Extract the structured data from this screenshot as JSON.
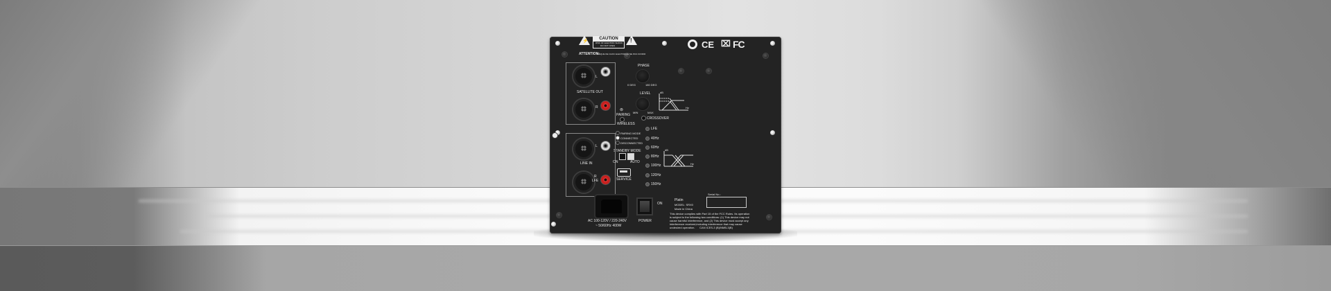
{
  "scene": {
    "description": "Subwoofer amplifier plate on a gray shelf with diagonal light beams",
    "colors": {
      "panel": "#232323",
      "text": "#e6e6e6",
      "red_rca": "#c8201e",
      "shelf_top": "#fafafa",
      "wall": "#d6d6d6"
    }
  },
  "panel": {
    "safety": {
      "caution_title": "CAUTION",
      "caution_line1": "RISK OF ELECTRIC SHOCK",
      "caution_line2": "DO NOT OPEN",
      "attention": "ATTENTION:",
      "attention_text": "RISQUE DE CHOC ELECTRIQUE NE PAS OUVRIR",
      "warning_symbol": "!",
      "shock_symbol": "⚡"
    },
    "certifications": {
      "weee_mark": "⌧",
      "ce": "CE",
      "fcc": "FC"
    },
    "satellite_out": {
      "label": "SATELLITE OUT",
      "left": "L",
      "right": "R"
    },
    "phase": {
      "label": "PHASE",
      "min": "0 DEG",
      "max": "180 DEG"
    },
    "level": {
      "label": "LEVEL",
      "min": "MIN",
      "max": "MAX"
    },
    "pairing": {
      "label": "PAIRING"
    },
    "wireless": {
      "label": "WIRELESS",
      "states": [
        "PAIRING MODE",
        "CONNECTED",
        "DISCONNECTED"
      ]
    },
    "crossover": {
      "label": "CROSSOVER",
      "options": [
        "LFE",
        "40Hz",
        "60Hz",
        "80Hz",
        "100Hz",
        "120Hz",
        "150Hz"
      ]
    },
    "line_in": {
      "label": "LINE IN",
      "left": "L",
      "right": "R",
      "lfe": "LFE"
    },
    "standby": {
      "label": "STANDBY MODE",
      "on": "ON",
      "auto": "AUTO"
    },
    "service": {
      "label": "SERVICE"
    },
    "graph_labels": {
      "db": "dB",
      "hz": "Hz"
    },
    "power_input": {
      "line1": "AC 100-120V / 220-240V",
      "line2": "~ 50/60Hz 400W"
    },
    "power_switch": {
      "label": "POWER",
      "on": "ON"
    },
    "info": {
      "brand": "Platin",
      "model": "MODEL: SRX0",
      "origin": "Made in China",
      "serial_label": "Serial No.:",
      "fcc_statement": [
        "This device complies with Part 15 of the FCC Rules. Its operation",
        "is subject to the following two conditions: (1) This device may not",
        "cause harmful interference, and (2) This device must accept any",
        "interference received,including interference that may cause",
        "undesired operation.      CAN ICES-3 (B)/NMB-3(B)"
      ]
    }
  }
}
